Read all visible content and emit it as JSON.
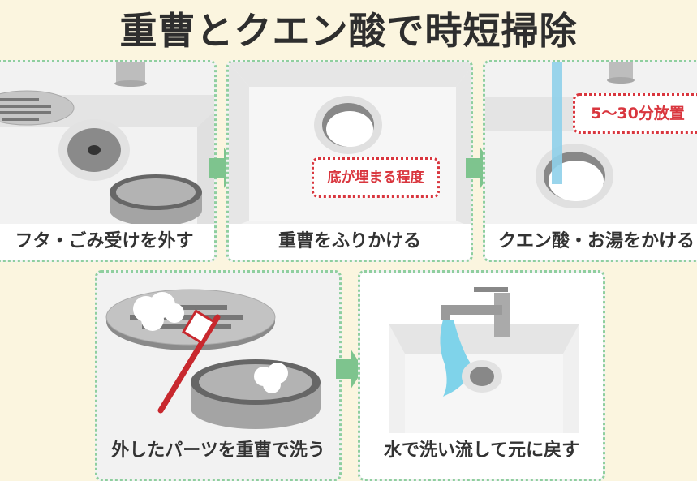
{
  "title": "重曹とクエン酸で時短掃除",
  "steps": [
    {
      "caption": "フタ・ごみ受けを外す"
    },
    {
      "caption": "重曹をふりかける",
      "note": "底が埋まる程度"
    },
    {
      "caption": "クエン酸・お湯をかける",
      "note": "5〜30分放置"
    },
    {
      "caption": "外したパーツを重曹で洗う"
    },
    {
      "caption": "水で洗い流して元に戻す"
    }
  ],
  "colors": {
    "background": "#fbf5df",
    "border": "#8fcf9f",
    "arrow": "#7ec48e",
    "note": "#d9363e",
    "water": "#7fd3ea"
  }
}
